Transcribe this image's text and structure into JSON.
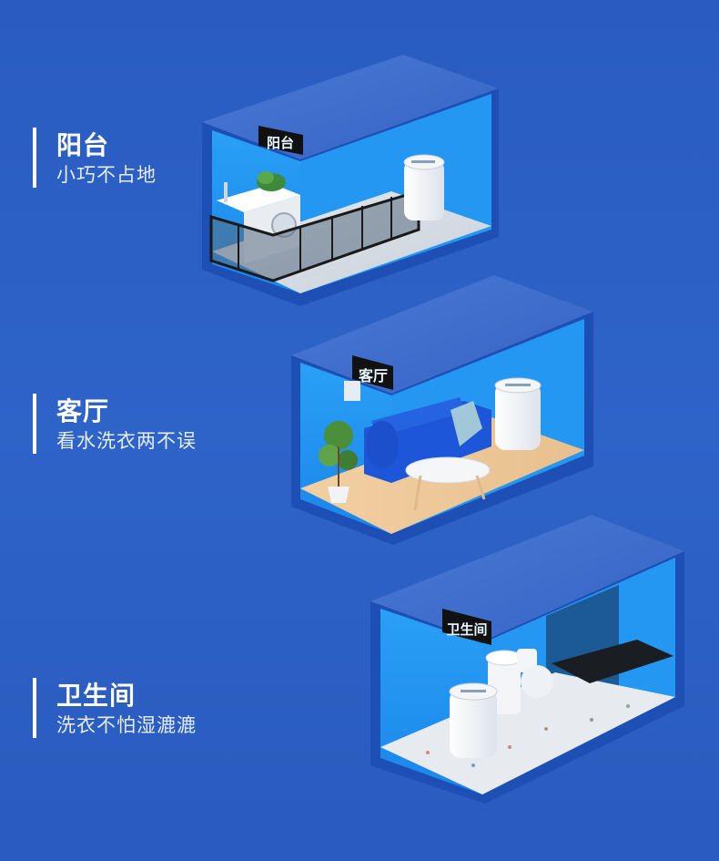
{
  "sections": [
    {
      "title": "阳台",
      "subtitle": "小巧不占地",
      "sign": "阳台"
    },
    {
      "title": "客厅",
      "subtitle": "看水洗衣两不误",
      "sign": "客厅"
    },
    {
      "title": "卫生间",
      "subtitle": "洗衣不怕湿漉漉",
      "sign": "卫生间"
    }
  ],
  "colors": {
    "background": "#2b5fc2",
    "room_wall": "#1f8ff0",
    "room_frame": "#1c4fb0",
    "sign_bg": "#111111",
    "sign_text": "#e8f6ff"
  }
}
